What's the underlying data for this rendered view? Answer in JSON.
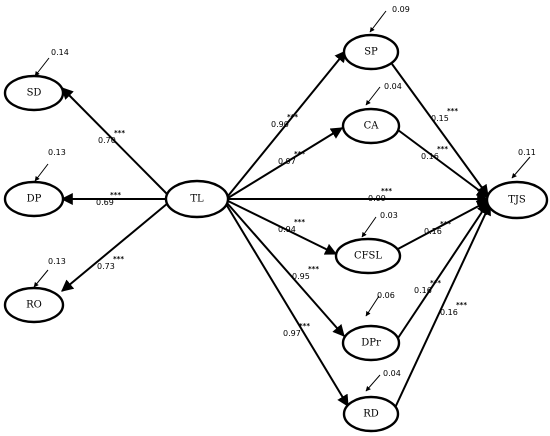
{
  "nodes": {
    "SD": "SD",
    "DP": "DP",
    "RO": "RO",
    "TL": "TL",
    "SP": "SP",
    "CA": "CA",
    "CFSL": "CFSL",
    "DPr": "DPr",
    "RD": "RD",
    "TJS": "TJS"
  },
  "errors": {
    "SD": "0.14",
    "DP": "0.13",
    "RO": "0.13",
    "SP": "0.09",
    "CA": "0.04",
    "CFSL": "0.03",
    "DPr": "0.06",
    "RD": "0.04",
    "TJS": "0.11"
  },
  "paths": {
    "tl_sd": "0.70",
    "tl_dp": "0.69",
    "tl_ro": "0.73",
    "tl_sp": "0.90",
    "tl_ca": "0.97",
    "tl_tjs": "0.09",
    "tl_cfsl": "0.94",
    "tl_dpr": "0.95",
    "tl_rd": "0.97",
    "sp_tjs": "0.15",
    "ca_tjs": "0.16",
    "cfsl_tjs": "0.16",
    "dpr_tjs": "0.16",
    "rd_tjs": "0.16"
  },
  "significance": "***"
}
